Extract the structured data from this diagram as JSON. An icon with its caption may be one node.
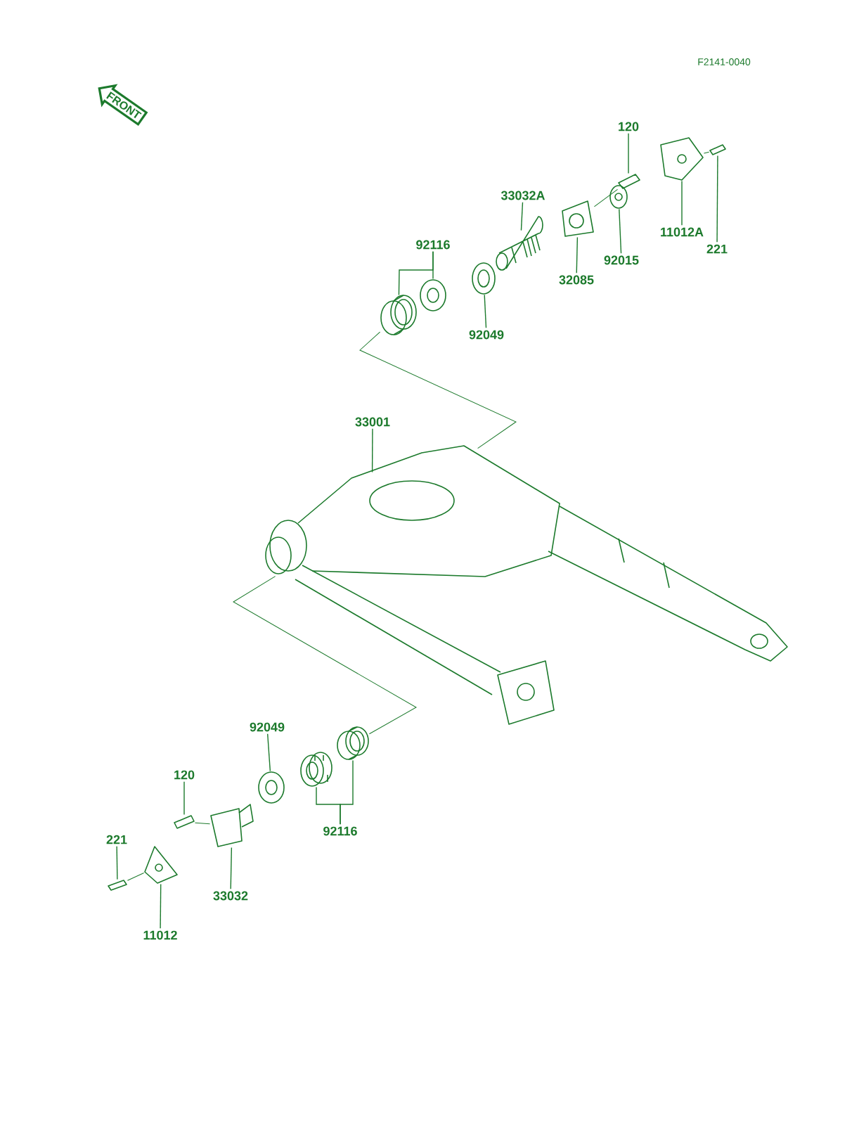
{
  "diagram": {
    "nodes": [
      {
        "text": [
          "FRONT"
        ]
      },
      {
        "text": [
          "221"
        ]
      },
      {
        "text": [
          "120"
        ]
      },
      {
        "text": [
          "33032A"
        ]
      },
      {
        "text": [
          "11012A"
        ]
      },
      {
        "text": [
          "92015"
        ]
      },
      {
        "text": [
          "32085"
        ]
      },
      {
        "text": [
          "92116"
        ]
      },
      {
        "text": [
          "92049"
        ]
      },
      {
        "text": [
          "33001"
        ]
      },
      {
        "text": [
          "92049"
        ]
      },
      {
        "text": [
          "120"
        ]
      },
      {
        "text": [
          "221"
        ]
      },
      {
        "text": [
          "92116"
        ]
      },
      {
        "text": [
          "33032"
        ]
      },
      {
        "text": [
          "11012"
        ]
      },
      {
        "text": [],
        "shape": "picture"
      },
      {
        "text": [],
        "shape": "picture"
      },
      {
        "text": [],
        "shape": "picture"
      },
      {
        "text": [],
        "shape": "picture"
      },
      {
        "text": [],
        "shape": "picture"
      },
      {
        "text": [],
        "shape": "picture"
      },
      {
        "text": [],
        "shape": "picture"
      },
      {
        "text": [],
        "shape": "picture"
      },
      {
        "text": [],
        "shape": "picture"
      },
      {
        "text": [],
        "shape": "picture"
      },
      {
        "text": [],
        "shape": "picture"
      },
      {
        "text": [],
        "shape": "picture"
      },
      {
        "text": [],
        "shape": "picture"
      },
      {
        "text": [],
        "shape": "picture"
      },
      {
        "text": [],
        "shape": "picture"
      },
      {
        "text": [],
        "shape": "picture"
      },
      {
        "text": [],
        "shape": "picture"
      }
    ],
    "edges": [
      {
        "from": 1,
        "to": 16,
        "arrow": "none"
      },
      {
        "from": 2,
        "to": 17,
        "arrow": "none"
      },
      {
        "from": 3,
        "to": 18,
        "arrow": "none"
      },
      {
        "from": 4,
        "to": 19,
        "arrow": "none"
      },
      {
        "from": 5,
        "to": 20,
        "arrow": "none"
      },
      {
        "from": 6,
        "to": 21,
        "arrow": "none"
      },
      {
        "from": 7,
        "to": 22,
        "arrow": "none"
      },
      {
        "from": 7,
        "to": 23,
        "arrow": "none"
      },
      {
        "from": 8,
        "to": 24,
        "arrow": "none"
      },
      {
        "from": 9,
        "to": 25,
        "arrow": "none"
      },
      {
        "from": 10,
        "to": 26,
        "arrow": "none"
      },
      {
        "from": 11,
        "to": 27,
        "arrow": "none"
      },
      {
        "from": 12,
        "to": 28,
        "arrow": "none"
      },
      {
        "from": 13,
        "to": 29,
        "arrow": "none"
      },
      {
        "from": 13,
        "to": 30,
        "arrow": "none"
      },
      {
        "from": 14,
        "to": 31,
        "arrow": "none"
      },
      {
        "from": 15,
        "to": 32,
        "arrow": "none"
      },
      {
        "from": 22,
        "to": 25,
        "arrow": "none"
      },
      {
        "from": 30,
        "to": 25,
        "arrow": "none"
      },
      {
        "from": 17,
        "to": 21,
        "arrow": "none"
      },
      {
        "from": 16,
        "to": 19,
        "arrow": "none"
      },
      {
        "from": 27,
        "to": 31,
        "arrow": "none"
      },
      {
        "from": 28,
        "to": 32,
        "arrow": "none"
      }
    ],
    "labels": [
      "F2141-0040"
    ]
  }
}
